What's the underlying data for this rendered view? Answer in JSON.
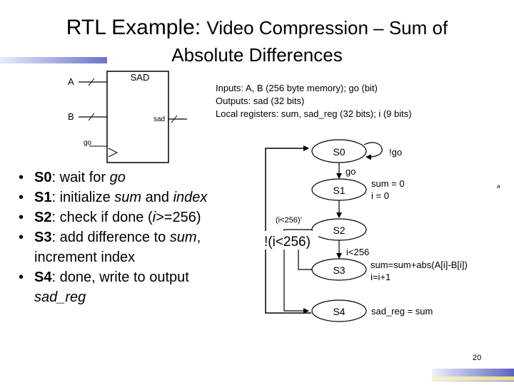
{
  "slide": {
    "title_line1_a": "RTL Example: ",
    "title_line1_b": "Video Compression – Sum of",
    "title_line2": "Absolute Differences",
    "page_number": "20"
  },
  "block": {
    "name": "SAD",
    "in_a": "A",
    "in_b": "B",
    "in_go": "go",
    "out_sad": "sad"
  },
  "io": {
    "line1": "Inputs: A, B (256 byte memory); go (bit)",
    "line2": "Outputs: sad (32 bits)",
    "line3": "Local registers: sum, sad_reg (32 bits); i (9 bits)"
  },
  "bullets": [
    {
      "bold": "S0",
      "rest": ": wait for ",
      "ital": "go",
      "rest2": ""
    },
    {
      "bold": "S1",
      "rest": ": initialize ",
      "ital": "sum",
      "rest2": " and ",
      "ital2": "index"
    },
    {
      "bold": "S2",
      "rest": ": check if done (",
      "ital": "i",
      "rest2": ">=256)"
    },
    {
      "bold": "S3",
      "rest": ": add difference to ",
      "ital": "sum",
      "rest2": ",",
      "line2": "increment index"
    },
    {
      "bold": "S4",
      "rest": ": done, write to output",
      "line2_ital": "sad_reg"
    }
  ],
  "fsm": {
    "states": [
      "S0",
      "S1",
      "S2",
      "S3",
      "S4"
    ],
    "not_go": "!go",
    "go": "go",
    "s1_actions": [
      "sum = 0",
      "i = 0"
    ],
    "cond_lt_prime": "(i<256)’",
    "cond_not_lt": "!(i<256)",
    "cond_lt": "i<256",
    "s3_actions": [
      "sum=sum+abs(A[i]-B[i])",
      "i=i+1"
    ],
    "s4_action": "sad_reg = sum",
    "a_mark": "a"
  }
}
